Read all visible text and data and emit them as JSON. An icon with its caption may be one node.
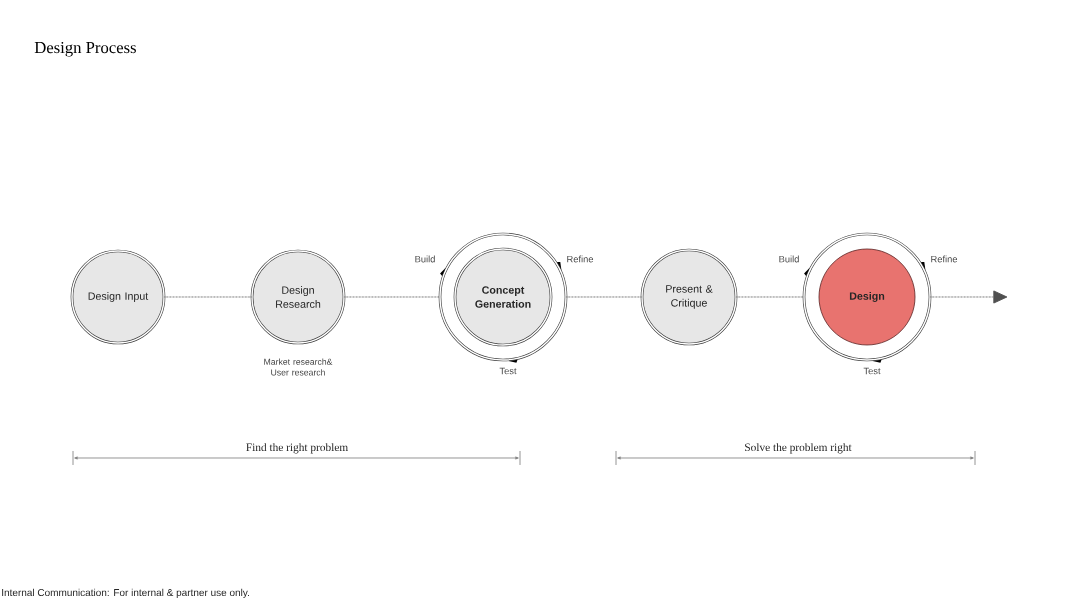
{
  "diagram": {
    "title": "Design Process",
    "nodes": [
      {
        "text": [
          "Design Input"
        ]
      },
      {
        "text": [
          "Design Research"
        ],
        "beside": [
          "Market research& User research"
        ]
      },
      {
        "text": [],
        "shape": "circle",
        "beside": [
          "Build",
          "Refine",
          "Test"
        ]
      },
      {
        "text": [
          "Concept Generation"
        ],
        "in": 2
      },
      {
        "text": [
          "Present & Critique"
        ]
      },
      {
        "text": [],
        "shape": "circle",
        "beside": [
          "Build",
          "Refine",
          "Test"
        ]
      },
      {
        "text": [
          "Design"
        ],
        "in": 5
      }
    ],
    "edges": [
      {
        "from": 0,
        "to": 1,
        "arrow": "none"
      },
      {
        "from": 1,
        "to": 2,
        "arrow": "none"
      },
      {
        "from": 2,
        "to": 4,
        "arrow": "none"
      },
      {
        "from": 4,
        "to": 5,
        "arrow": "none"
      },
      {
        "from": 5,
        "to": null,
        "arrow": "to"
      }
    ],
    "labels": [
      "Find the right problem",
      "Solve the problem right",
      "Internal Communication: For internal & partner use only."
    ]
  }
}
